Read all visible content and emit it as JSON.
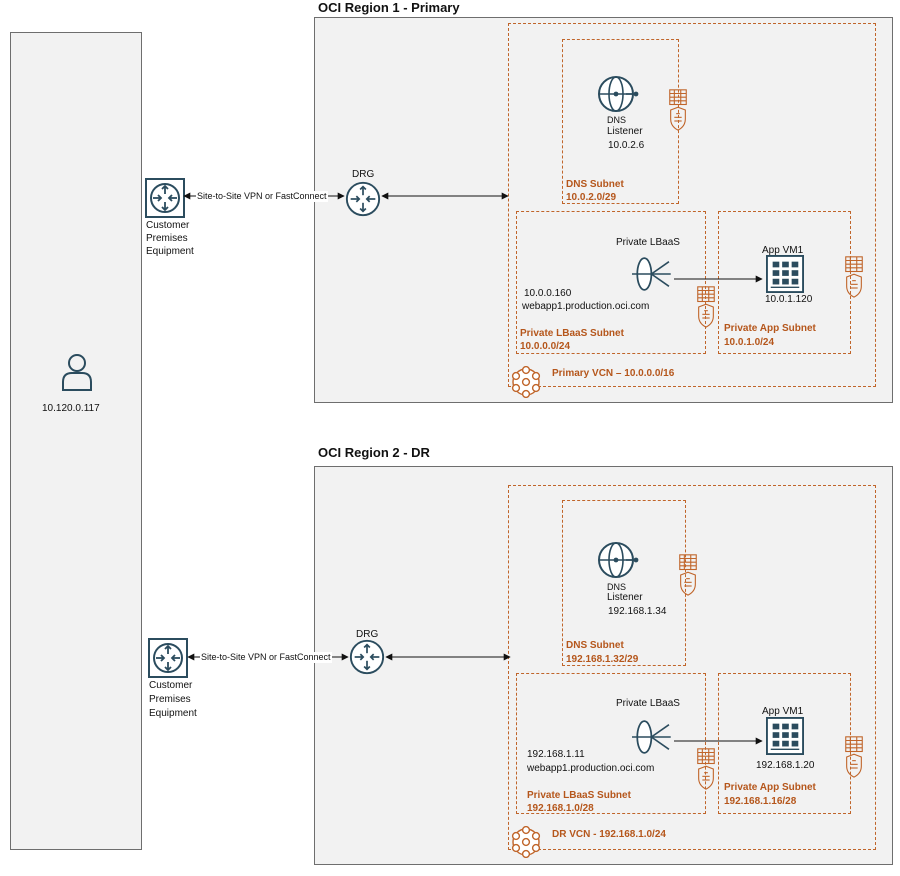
{
  "client": {
    "ip": "10.120.0.117",
    "icon": "user-icon"
  },
  "colors": {
    "accent": "#c0652a",
    "icon": "#2b4c5e",
    "region_bg": "#f2f2f2"
  },
  "primary": {
    "region_title": "OCI Region 1 - Primary",
    "cpe_label": [
      "Customer",
      "Premises",
      "Equipment"
    ],
    "link_label": "Site-to-Site VPN or FastConnect",
    "drg_label": "DRG",
    "dns_icon_label": "DNS",
    "dns_listener_label": "Listener",
    "dns_listener_ip": "10.0.2.6",
    "dns_subnet_name": "DNS Subnet",
    "dns_subnet_cidr": "10.0.2.0/29",
    "lbaas_label": "Private LBaaS",
    "lbaas_ip": "10.0.0.160",
    "lbaas_fqdn": "webapp1.production.oci.com",
    "lbaas_subnet_name": "Private LBaaS Subnet",
    "lbaas_subnet_cidr": "10.0.0.0/24",
    "app_vm_label": "App VM1",
    "app_vm_ip": "10.0.1.120",
    "app_subnet_name": "Private App Subnet",
    "app_subnet_cidr": "10.0.1.0/24",
    "vcn_label": "Primary VCN – 10.0.0.0/16"
  },
  "dr": {
    "region_title": "OCI Region 2 - DR",
    "cpe_label": [
      "Customer",
      "Premises",
      "Equipment"
    ],
    "link_label": "Site-to-Site VPN or FastConnect",
    "drg_label": "DRG",
    "dns_icon_label": "DNS",
    "dns_listener_label": "Listener",
    "dns_listener_ip": "192.168.1.34",
    "dns_subnet_name": "DNS Subnet",
    "dns_subnet_cidr": "192.168.1.32/29",
    "lbaas_label": "Private LBaaS",
    "lbaas_ip": "192.168.1.11",
    "lbaas_fqdn": "webapp1.production.oci.com",
    "lbaas_subnet_name": "Private LBaaS Subnet",
    "lbaas_subnet_cidr": "192.168.1.0/28",
    "app_vm_label": "App VM1",
    "app_vm_ip": "192.168.1.20",
    "app_subnet_name": "Private App Subnet",
    "app_subnet_cidr": "192.168.1.16/28",
    "vcn_label": "DR VCN - 192.168.1.0/24"
  }
}
